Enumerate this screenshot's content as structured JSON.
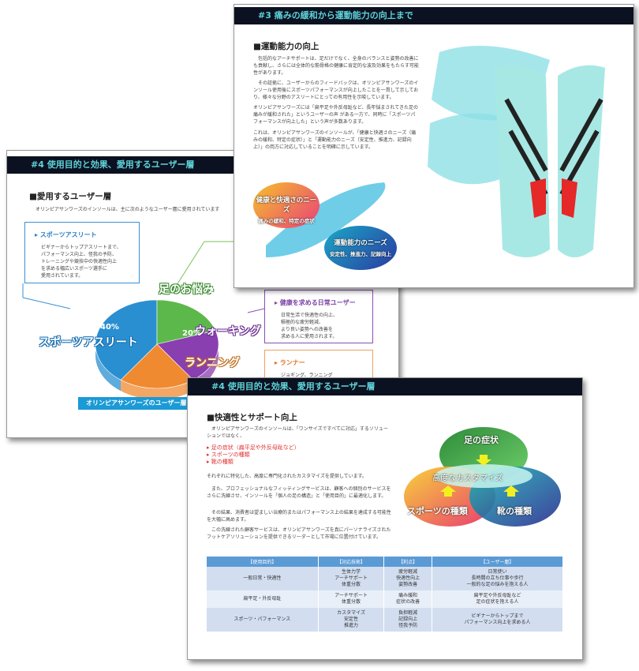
{
  "slide_users": {
    "header": "#4  使用目的と効果、愛用するユーザー層",
    "heading": "■愛用するユーザー層",
    "intro": "オリンピアサンワーズのインソールは、主に次のようなユーザー層に愛用されています",
    "boxes": [
      {
        "title": "▸ スポーツアスリート",
        "body": "ビギナーからトップアスリートまで、\nパフォーマンス向上、怪我の予防、\nトレーニングや競技中の快適性向上\nを求める幅広いスポーツ選手に\n愛用されています。"
      },
      {
        "title": "▸ 健康を求める日常ユーザー",
        "body": "日常生活で快適性の向上、\n積極的な疲労軽減、\nより良い姿勢への改善を\n求める人に愛用されます。"
      },
      {
        "title": "▸ ランナー",
        "body": "ジョギング、ランニング"
      }
    ],
    "caption": "オリンピアサンワーズのユーザー層",
    "colors": {
      "blue": "#2a8fd0",
      "green": "#5cb84a",
      "purple": "#8a3fb0",
      "orange": "#f08a30"
    }
  },
  "chart_data": {
    "type": "pie",
    "title": "オリンピアサンワーズのユーザー層",
    "categories": [
      "スポーツアスリート",
      "足のお悩み",
      "ウォーキング",
      "ランニング"
    ],
    "values": [
      40,
      20,
      20,
      20
    ],
    "value_labels": [
      "40%",
      "20%",
      "20%",
      "20%"
    ]
  },
  "slide_performance": {
    "header": "#3  痛みの緩和から運動能力の向上まで",
    "heading": "■運動能力の向上",
    "paragraphs": [
      "　包括的なアーチサポートは、足だけでなく、全身のバランスと姿勢の改善にも貢献し、さらには全体的な筋骨格の健康に肯定的な波及効果をもたらす可能性があります。",
      "　その証拠に、ユーザーからのフィードバックは、オリンピアサンワーズのインソール使用後にスポーツパフォーマンスが向上したことを一貫して示しており、様々な分野のアスリートにとっての有用性を示唆しています。",
      "オリンピアサンワーズには「扁平足や外反母趾など、長年悩まされてきた足の痛みが緩和された」というユーザーの声 がある一方で、同時に「スポーツパフォーマンスが向上した」という声が多数あります。",
      "これは、オリンピアサンワーズのインソールが、「健康と快適さのニーズ（痛みの緩和、特定の症状）」と「運動能力のニーズ（安定性、推進力、記録向上）」の両方に対応していることを明確に示しています。"
    ],
    "bubble_health": {
      "title": "健康と快適さのニーズ",
      "sub": "痛みの緩和、特定の症状"
    },
    "bubble_sport": {
      "title": "運動能力のニーズ",
      "sub": "安定性、推進力、記録向上"
    }
  },
  "slide_comfort": {
    "header": "#4  使用目的と効果、愛用するユーザー層",
    "heading": "■快適性とサポート向上",
    "intro": "　オリンピアサンワーズのインソールは、「ワンサイズですべてに対応」するソリューションではなく、",
    "list": [
      "▸ 足の症状（扁平足や外反母趾など）",
      "▸ スポーツの種類",
      "▸ 靴の種類"
    ],
    "paragraphs": [
      "それぞれに特化した、高度に専門化されたカスタマイズを提供しています。",
      "　また、プロフェッショナルなフィッティングサービスは、顧客への個別のサービスをさらに洗練させ、インソールを「個人の足の構造」と「使用目的」に最適化します。",
      "　その結果、消費者は望ましい治療的またはパフォーマンス上の結果を達成する可能性を大幅に高めます。",
      "　この洗練された顧客サービスは、オリンピアサンワーズを真にパーソナライズされたフットケアソリューションを提供できるリーダーとして市場に位置付けています。"
    ],
    "venn": {
      "top": "足の症状",
      "left": "スポーツの種類",
      "right": "靴の種類",
      "center": "高度なカスタマイズ"
    },
    "table": {
      "headers": [
        "【使用目的】",
        "【対応技術】",
        "【利点】",
        "【ユーザー層】"
      ],
      "rows": [
        [
          "一般日常・快適性",
          "生体力学\nアーチサポート\n体重分散",
          "疲労軽減\n快適性向上\n姿勢改善",
          "日常使い\n長時間の立ち仕事や歩行\n一般的な足の悩みを抱える人"
        ],
        [
          "扁平足・外反母趾",
          "アーチサポート\n体重分散",
          "痛み緩和\n症状の改善",
          "扁平足や外反母趾など\n足の症状を抱える人"
        ],
        [
          "スポーツ・パフォーマンス",
          "カスタマイズ\n安定性\n推進力",
          "負担軽減\n記録向上\n怪我予防",
          "ビギナーからトップまで\nパフォーマンス向上を求める人"
        ]
      ]
    }
  }
}
